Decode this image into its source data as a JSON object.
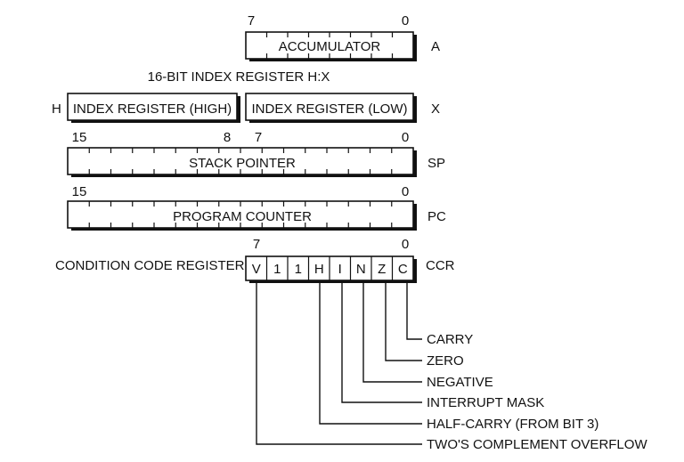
{
  "accumulator": {
    "msb": "7",
    "lsb": "0",
    "label": "ACCUMULATOR",
    "name": "A"
  },
  "index": {
    "title": "16-BIT INDEX REGISTER H:X",
    "high_name": "H",
    "high_label": "INDEX REGISTER (HIGH)",
    "low_label": "INDEX REGISTER (LOW)",
    "name": "X"
  },
  "stack_pointer": {
    "bit15": "15",
    "bit8": "8",
    "bit7": "7",
    "bit0": "0",
    "label": "STACK POINTER",
    "name": "SP"
  },
  "program_counter": {
    "bit15": "15",
    "bit0": "0",
    "label": "PROGRAM COUNTER",
    "name": "PC"
  },
  "ccr": {
    "title": "CONDITION CODE REGISTER",
    "msb": "7",
    "lsb": "0",
    "name": "CCR",
    "bits": [
      "V",
      "1",
      "1",
      "H",
      "I",
      "N",
      "Z",
      "C"
    ],
    "descriptions": {
      "carry": "CARRY",
      "zero": "ZERO",
      "negative": "NEGATIVE",
      "interrupt_mask": "INTERRUPT MASK",
      "half_carry": "HALF-CARRY (FROM BIT 3)",
      "overflow": "TWO'S COMPLEMENT OVERFLOW"
    }
  }
}
